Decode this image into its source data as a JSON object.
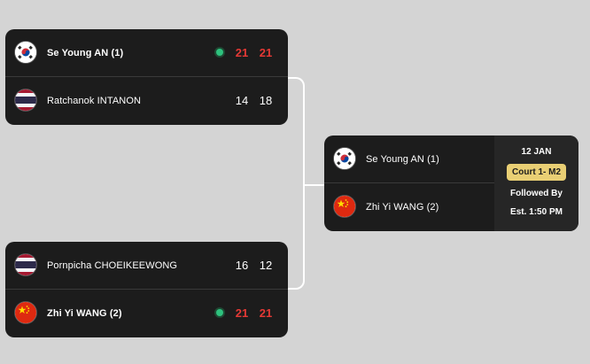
{
  "colors": {
    "background": "#d4d4d4",
    "card": "#1c1c1c",
    "info_panel": "#262626",
    "winning_score": "#e53935",
    "live_dot": "#2ec27e",
    "court_badge": "#e9cf74"
  },
  "semifinal_1": {
    "player_top": {
      "name": "Se Young AN (1)",
      "flag": "korea-flag-icon",
      "winner": true,
      "scores": [
        "21",
        "21"
      ]
    },
    "player_bottom": {
      "name": "Ratchanok INTANON",
      "flag": "thailand-flag-icon",
      "winner": false,
      "scores": [
        "14",
        "18"
      ]
    }
  },
  "semifinal_2": {
    "player_top": {
      "name": "Pornpicha CHOEIKEEWONG",
      "flag": "thailand-flag-icon",
      "winner": false,
      "scores": [
        "16",
        "12"
      ]
    },
    "player_bottom": {
      "name": "Zhi Yi WANG (2)",
      "flag": "china-flag-icon",
      "winner": true,
      "scores": [
        "21",
        "21"
      ]
    }
  },
  "final": {
    "player_top": {
      "name": "Se Young AN (1)",
      "flag": "korea-flag-icon"
    },
    "player_bottom": {
      "name": "Zhi Yi WANG (2)",
      "flag": "china-flag-icon"
    },
    "date": "12 JAN",
    "court": "Court 1- M2",
    "followed_by": "Followed By",
    "est_time": "Est. 1:50 PM"
  }
}
